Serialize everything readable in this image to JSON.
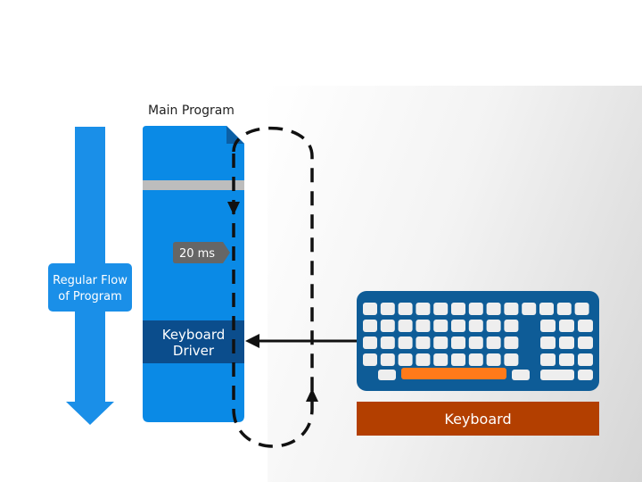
{
  "main_program": {
    "title": "Main Program",
    "timer_label": "20 ms",
    "driver_line1": "Keyboard",
    "driver_line2": "Driver"
  },
  "regular_flow": {
    "line1": "Regular Flow",
    "line2": "of Program"
  },
  "keyboard": {
    "label": "Keyboard"
  },
  "colors": {
    "program_blue": "#0a8ae6",
    "driver_navy": "#0b4d8c",
    "arrow_blue": "#1a8fe8",
    "keyboard_frame": "#0e5c97",
    "space_bar": "#ff7a1a",
    "keyboard_label_bg": "#b33f00",
    "stripe_gray": "#bdbdbd",
    "badge_gray": "#666666"
  }
}
